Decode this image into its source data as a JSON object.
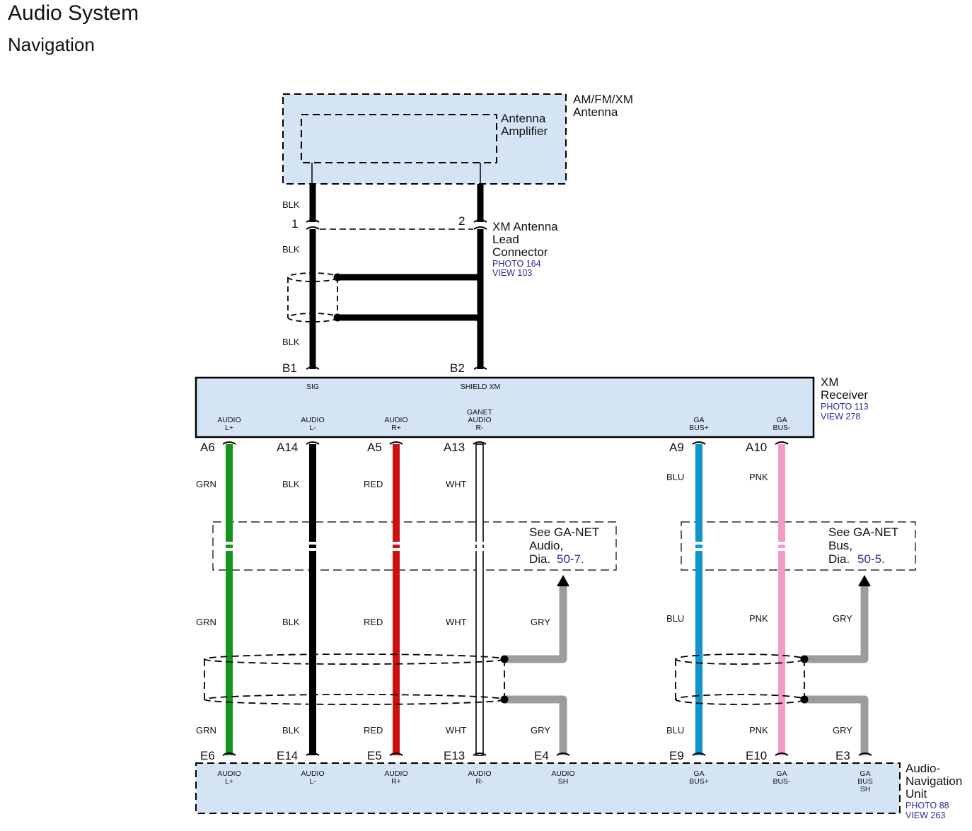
{
  "header": {
    "title": "Audio System",
    "subtitle": "Navigation"
  },
  "antenna": {
    "name_line1": "AM/FM/XM",
    "name_line2": "Antenna",
    "amp_line1": "Antenna",
    "amp_line2": "Amplifier"
  },
  "connector": {
    "line1": "XM Antenna",
    "line2": "Lead",
    "line3": "Connector",
    "photo": "PHOTO 164",
    "view": "VIEW 103",
    "pin1": "1",
    "pin2": "2"
  },
  "top_wires": {
    "blk_upper": "BLK",
    "blk_mid": "BLK",
    "blk_lower": "BLK"
  },
  "receiver": {
    "line1": "XM",
    "line2": "Receiver",
    "photo": "PHOTO 113",
    "view": "VIEW 278",
    "b1": "B1",
    "b2": "B2",
    "sig": "SIG",
    "shield": "SHIELD XM"
  },
  "receiver_pins": [
    {
      "pin": "A6",
      "func1": "AUDIO",
      "func2": "L+"
    },
    {
      "pin": "A14",
      "func1": "AUDIO",
      "func2": "L-"
    },
    {
      "pin": "A5",
      "func1": "AUDIO",
      "func2": "R+"
    },
    {
      "pin": "A13",
      "func0": "GANET",
      "func1": "AUDIO",
      "func2": "R-"
    },
    {
      "pin": "A9",
      "func1": "GA",
      "func2": "BUS+"
    },
    {
      "pin": "A10",
      "func1": "GA",
      "func2": "BUS-"
    }
  ],
  "wires": [
    {
      "color_name": "GRN",
      "hex": "#16951d"
    },
    {
      "color_name": "BLK",
      "hex": "#000000"
    },
    {
      "color_name": "RED",
      "hex": "#cc1111"
    },
    {
      "color_name": "WHT",
      "hex": "#ffffff"
    },
    {
      "color_name": "BLU",
      "hex": "#0f96cc"
    },
    {
      "color_name": "PNK",
      "hex": "#f29ac9"
    }
  ],
  "shield_wire": {
    "color_name": "GRY",
    "hex": "#9c9c9c"
  },
  "see_audio": {
    "line1": "See GA-NET",
    "line2": "Audio,",
    "dia": "Dia.",
    "ref": "50-7."
  },
  "see_bus": {
    "line1": "See GA-NET",
    "line2": "Bus,",
    "dia": "Dia.",
    "ref": "50-5."
  },
  "unit": {
    "line1": "Audio-",
    "line2": "Navigation",
    "line3": "Unit",
    "photo": "PHOTO 88",
    "view": "VIEW 263"
  },
  "unit_pins": [
    {
      "pin": "E6",
      "func1": "AUDIO",
      "func2": "L+"
    },
    {
      "pin": "E14",
      "func1": "AUDIO",
      "func2": "L-"
    },
    {
      "pin": "E5",
      "func1": "AUDIO",
      "func2": "R+"
    },
    {
      "pin": "E13",
      "func1": "AUDIO",
      "func2": "R-"
    },
    {
      "pin": "E4",
      "func1": "AUDIO",
      "func2": "SH"
    },
    {
      "pin": "E9",
      "func1": "GA",
      "func2": "BUS+"
    },
    {
      "pin": "E10",
      "func1": "GA",
      "func2": "BUS-"
    },
    {
      "pin": "E3",
      "func0": "GA",
      "func1": "BUS",
      "func2": "SH"
    }
  ],
  "colors": {
    "box_fill": "#d4e4f5",
    "ref_text": "#2b2b9a"
  }
}
